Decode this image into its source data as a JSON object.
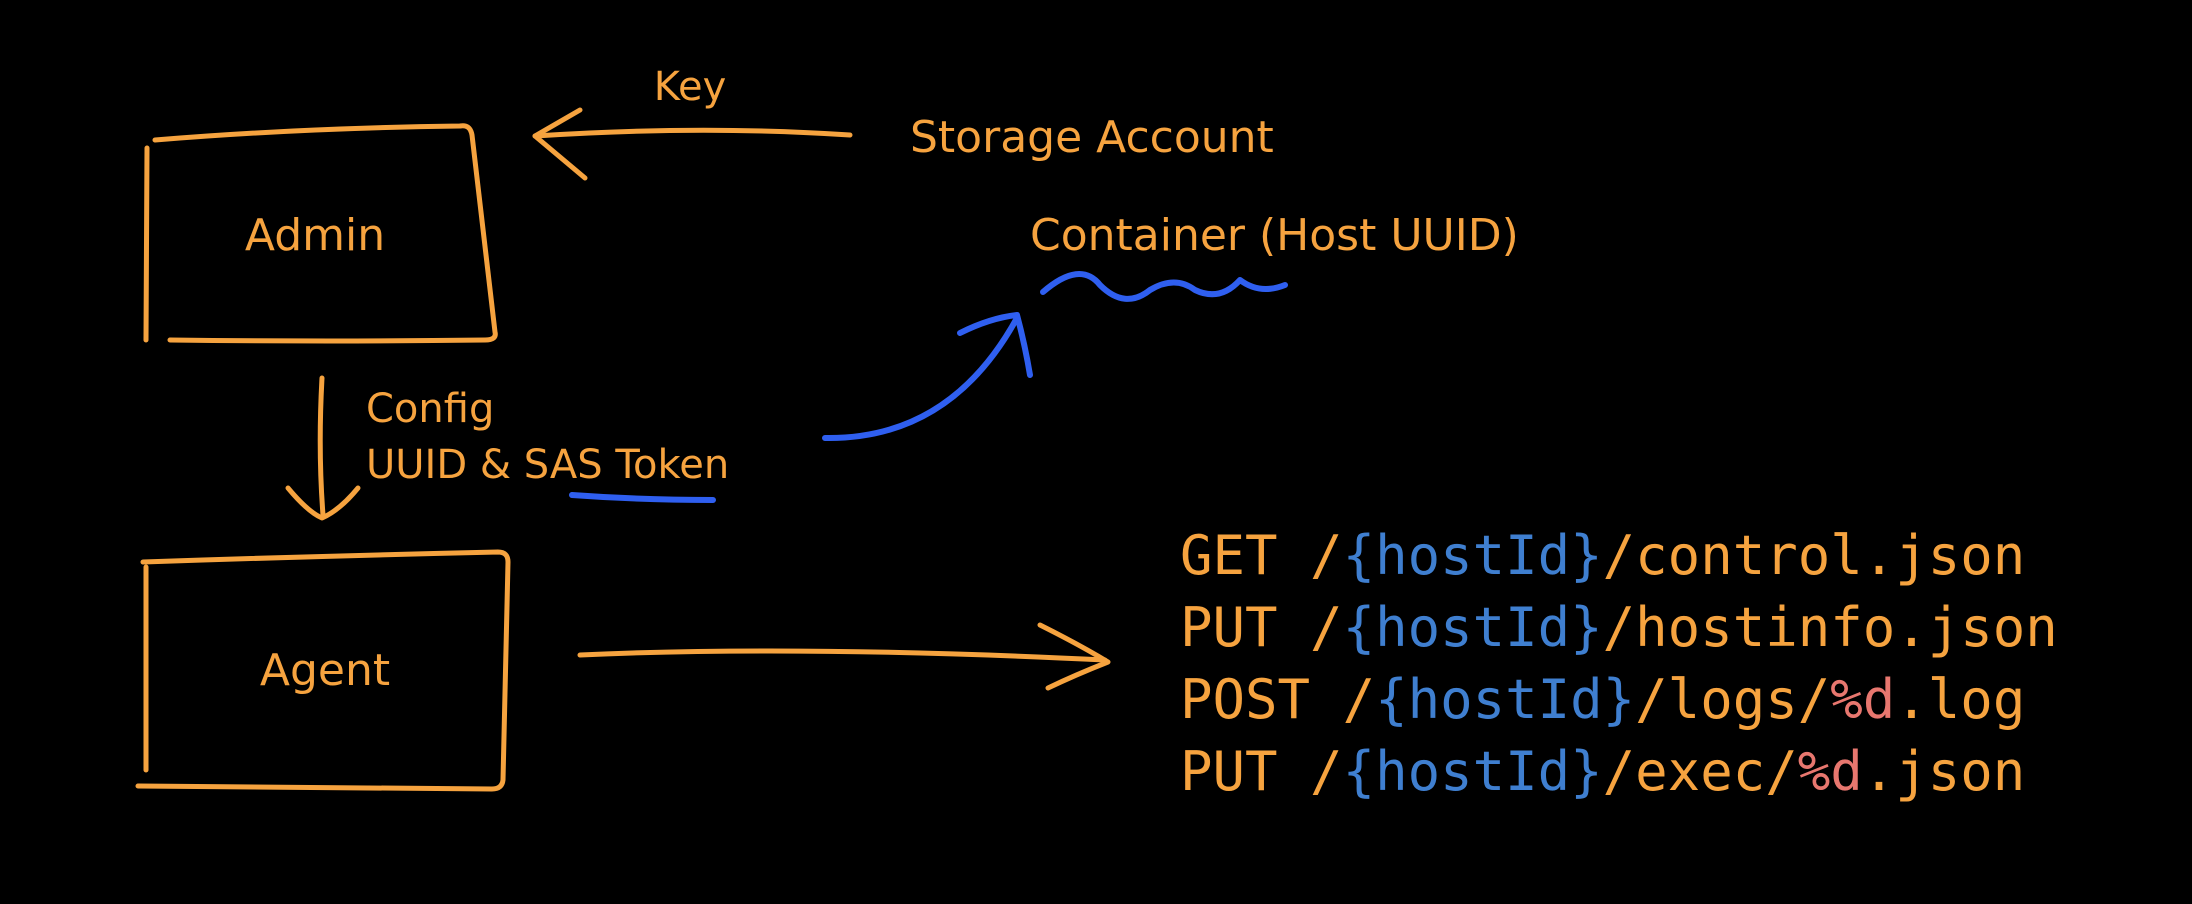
{
  "colors": {
    "background": "#000000",
    "sketch": "#F6A33F",
    "highlight": "#2F5FF0",
    "path_param": "#3F7FD0",
    "format_spec": "#E8776F"
  },
  "nodes": {
    "admin": "Admin",
    "agent": "Agent"
  },
  "labels": {
    "key": "Key",
    "storage_account": "Storage Account",
    "container": "Container (Host UUID)",
    "config": "Config",
    "uuid_prefix": "UUID & ",
    "sas_token": "SAS Token"
  },
  "endpoints": [
    {
      "method": "GET",
      "pad": "  ",
      "slash": "/",
      "param": "{hostId}",
      "rest": "/control.json",
      "fmt": "",
      "tail": ""
    },
    {
      "method": "PUT",
      "pad": "  ",
      "slash": "/",
      "param": "{hostId}",
      "rest": "/hostinfo.json",
      "fmt": "",
      "tail": ""
    },
    {
      "method": "POST",
      "pad": " ",
      "slash": "/",
      "param": "{hostId}",
      "rest": "/logs/",
      "fmt": "%d",
      "tail": ".log"
    },
    {
      "method": "PUT",
      "pad": "  ",
      "slash": "/",
      "param": "{hostId}",
      "rest": "/exec/",
      "fmt": "%d",
      "tail": ".json"
    }
  ]
}
